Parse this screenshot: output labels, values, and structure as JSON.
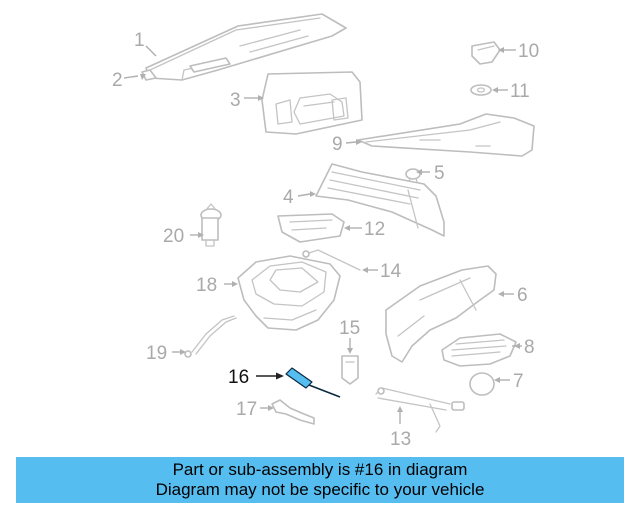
{
  "highlight_color": "#55bdf0",
  "highlighted_part": "16",
  "callouts": {
    "c1": "1",
    "c2": "2",
    "c3": "3",
    "c4": "4",
    "c5": "5",
    "c6": "6",
    "c7": "7",
    "c8": "8",
    "c9": "9",
    "c10": "10",
    "c11": "11",
    "c12": "12",
    "c13": "13",
    "c14": "14",
    "c15": "15",
    "c16": "16",
    "c17": "17",
    "c18": "18",
    "c19": "19",
    "c20": "20"
  },
  "banner": {
    "line1": "Part or sub-assembly is #16 in diagram",
    "line2": "Diagram may not be specific to your vehicle"
  }
}
